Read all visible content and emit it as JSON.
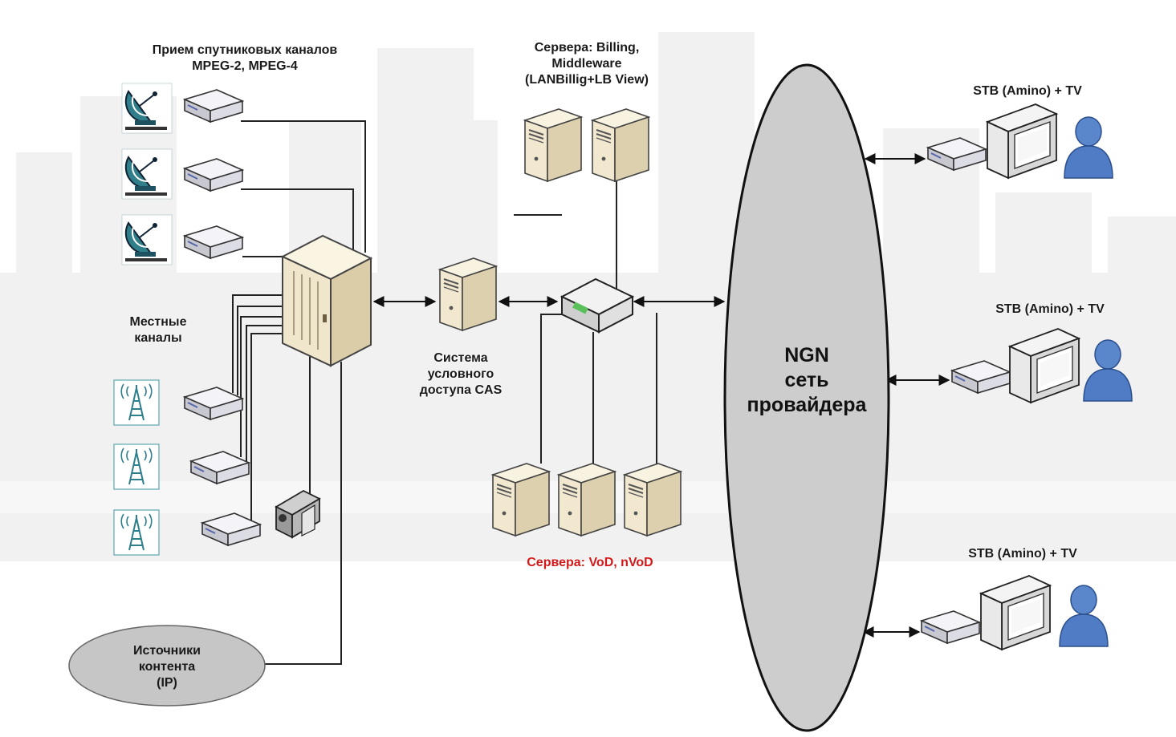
{
  "labels": {
    "satellite_title": [
      "Прием спутниковых каналов",
      "MPEG-2, MPEG-4"
    ],
    "local_channels": [
      "Местные",
      "каналы"
    ],
    "content_sources": [
      "Источники",
      "контента",
      "(IP)"
    ],
    "cas": [
      "Система",
      "условного",
      "доступа CAS"
    ],
    "billing_servers": [
      "Сервера: Billing,",
      "Middleware",
      "(LANBillig+LB View)"
    ],
    "vod_servers": "Сервера: VoD, nVoD",
    "ngn": [
      "NGN",
      "сеть",
      "провайдера"
    ],
    "stb_1": "STB (Amino) + TV",
    "stb_2": "STB (Amino) + TV",
    "stb_3": "STB (Amino) + TV"
  },
  "icons": {
    "satellite": "satellite-dish-icon",
    "antenna": "radio-tower-icon",
    "receiver": "receiver-box-icon",
    "headend": "headend-server-icon",
    "server": "server-tower-icon",
    "switch": "network-switch-icon",
    "camera": "video-camera-icon",
    "stb": "set-top-box-icon",
    "tv": "crt-monitor-icon",
    "user": "user-icon"
  },
  "colors": {
    "vod_label": "#d41818",
    "ngn_fill": "#cfcfcf",
    "content_fill": "#c8c8c8",
    "server_fill": "#efe6cf",
    "user_fill": "#4f7cc4",
    "background_city": "#f0f0f0"
  }
}
